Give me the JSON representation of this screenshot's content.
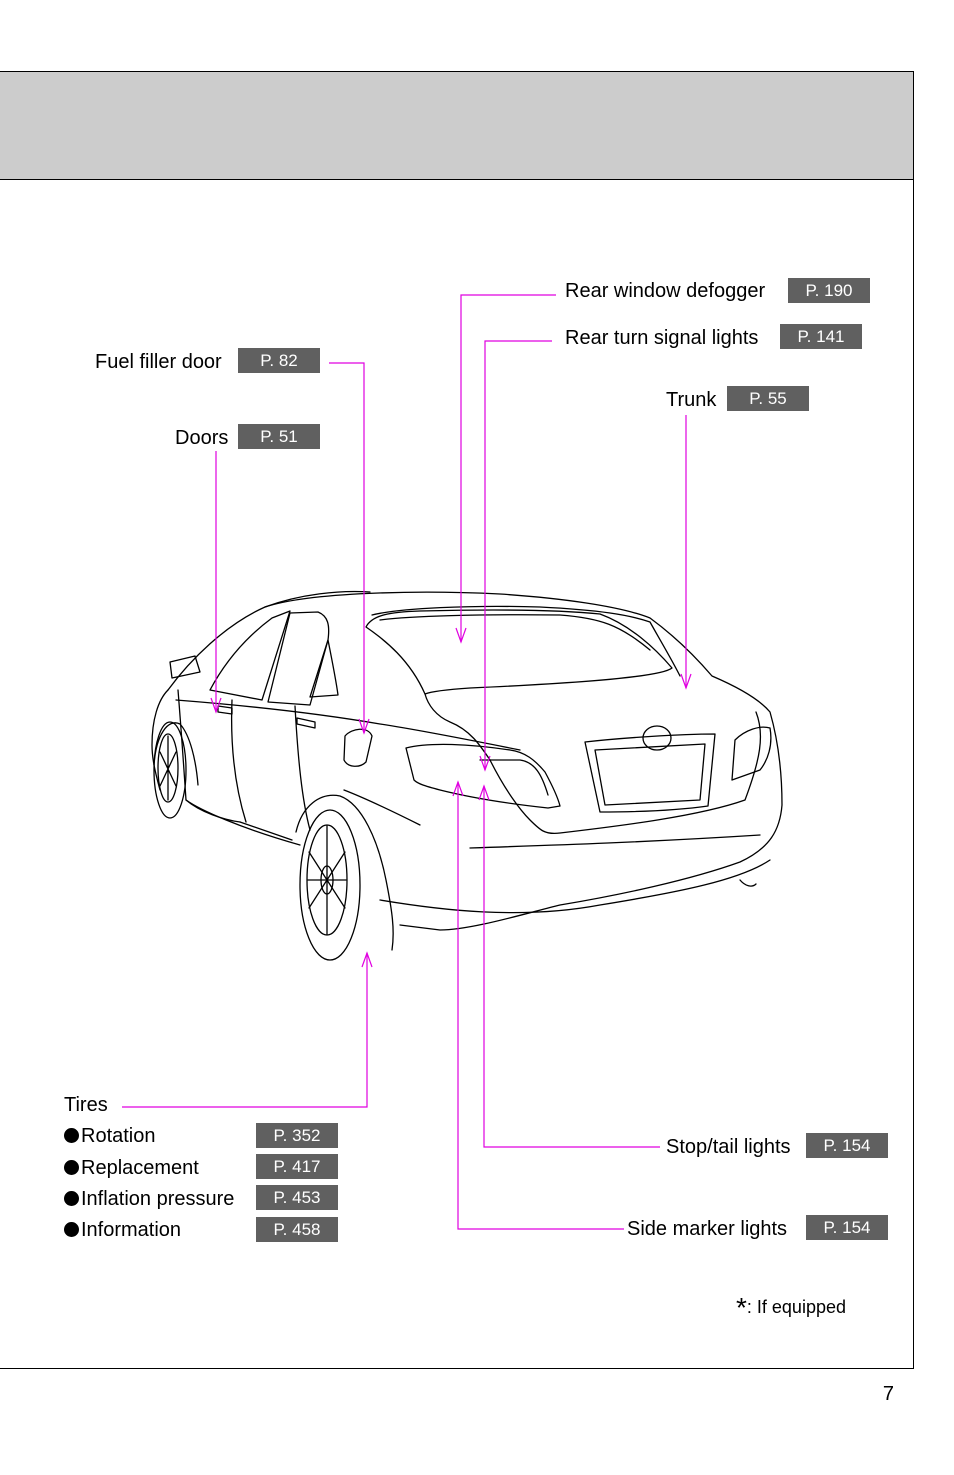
{
  "callouts": {
    "rear_defogger": {
      "label": "Rear window defogger",
      "page": "P. 190"
    },
    "rear_turn": {
      "label": "Rear turn signal lights",
      "page": "P. 141"
    },
    "fuel_door": {
      "label": "Fuel filler door",
      "page": "P. 82"
    },
    "trunk": {
      "label": "Trunk",
      "page": "P. 55"
    },
    "doors": {
      "label": "Doors",
      "page": "P. 51"
    },
    "stop_tail": {
      "label": "Stop/tail lights",
      "page": "P. 154"
    },
    "side_marker": {
      "label": "Side marker lights",
      "page": "P. 154"
    }
  },
  "tires": {
    "title": "Tires",
    "items": [
      {
        "label": "Rotation",
        "page": "P. 352"
      },
      {
        "label": "Replacement",
        "page": "P. 417"
      },
      {
        "label": "Inflation pressure",
        "page": "P. 453"
      },
      {
        "label": "Information",
        "page": "P. 458"
      }
    ]
  },
  "footnote": {
    "symbol": "*",
    "text": ": If equipped"
  },
  "page_number": "7",
  "colors": {
    "leader": "#e000e0",
    "badge": "#606060",
    "header": "#cccccc"
  }
}
